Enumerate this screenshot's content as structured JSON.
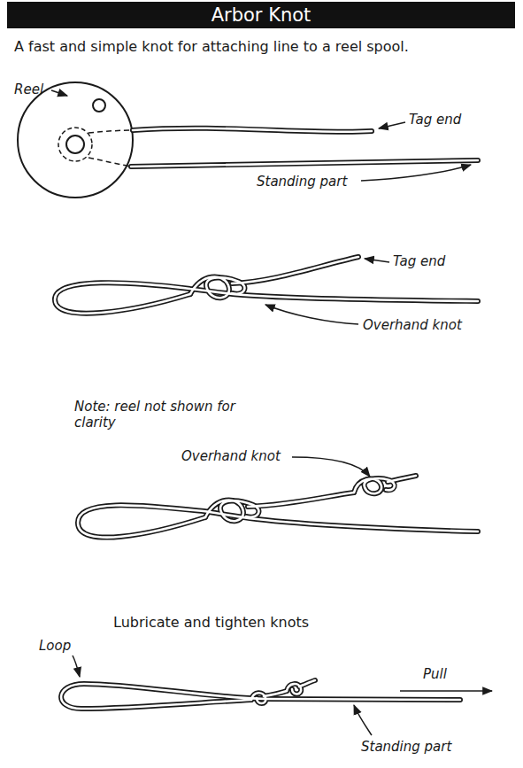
{
  "diagram": {
    "title": "Arbor Knot",
    "labels": [
      "A fast and simple knot for attaching line to a reel spool.",
      "Reel",
      "Tag end",
      "Standing part",
      "Tag end",
      "Overhand knot",
      "Note: reel not shown for clarity",
      "Overhand knot",
      "Lubricate and tighten knots",
      "Loop",
      "Pull",
      "Standing part"
    ]
  }
}
